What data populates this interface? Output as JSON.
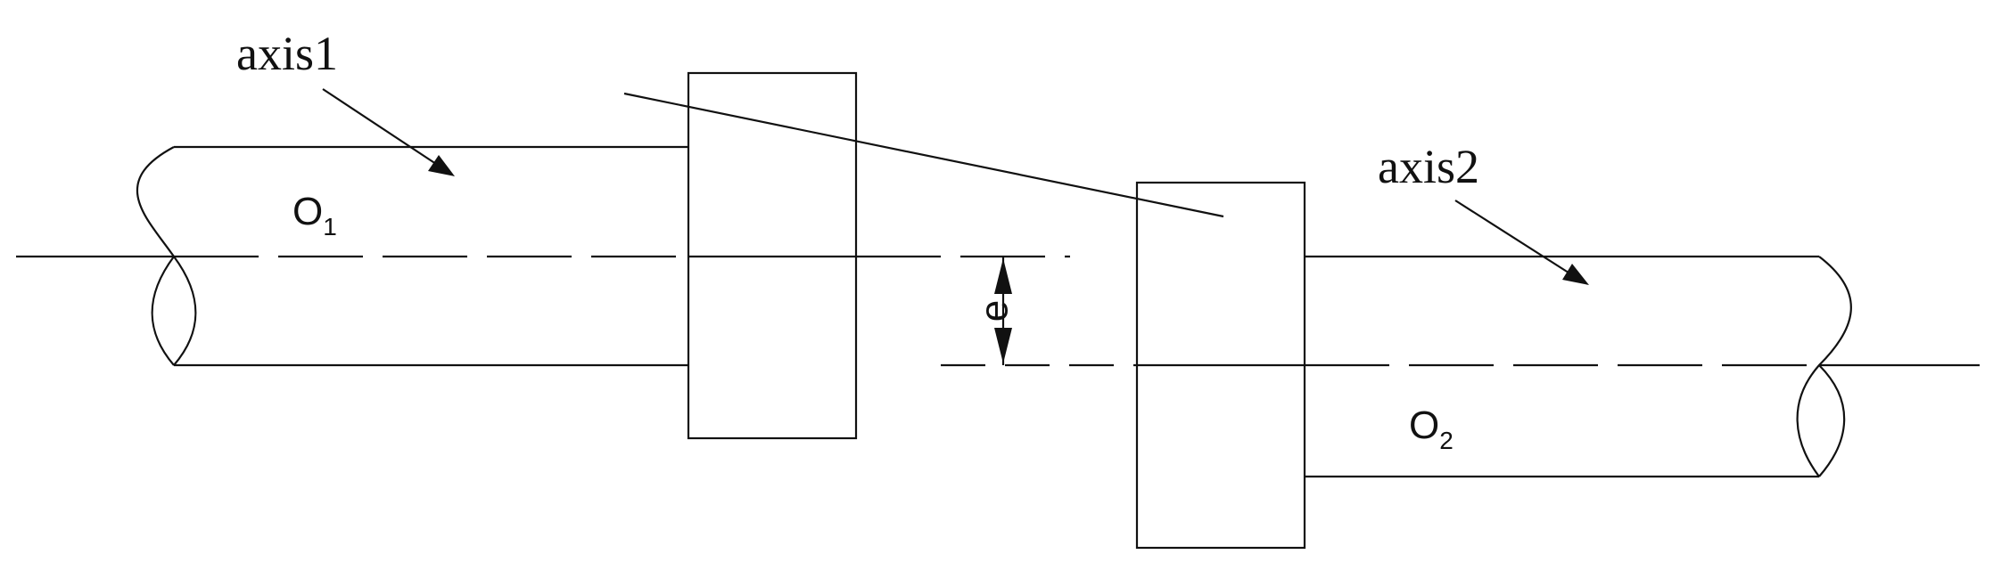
{
  "labels": {
    "axis1": "axis1",
    "axis2": "axis2",
    "center1_letter": "O",
    "center1_sub": "1",
    "center2_letter": "O",
    "center2_sub": "2",
    "offset": "e"
  },
  "colors": {
    "line": "#111111",
    "background": "#ffffff"
  }
}
